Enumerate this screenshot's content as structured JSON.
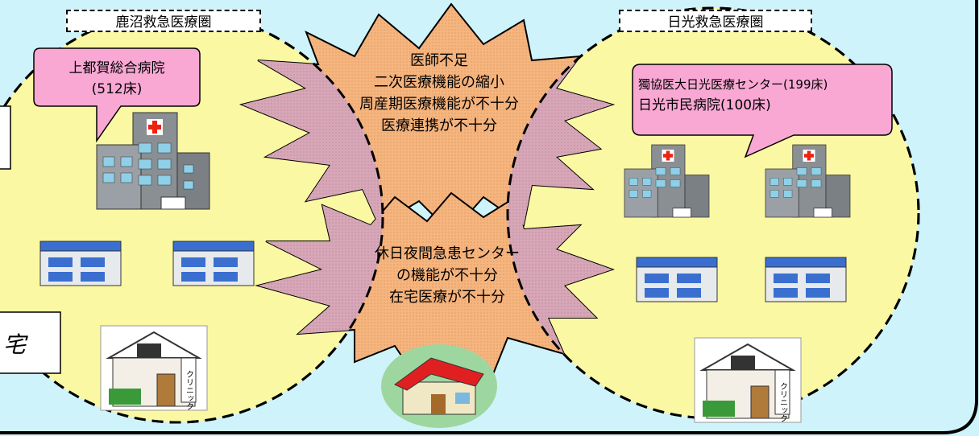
{
  "regions": {
    "left": {
      "label": "鹿沼救急医療圏"
    },
    "right": {
      "label": "日光救急医療圏"
    }
  },
  "callouts": {
    "left": {
      "line1": "上都賀総合病院",
      "line2": "(512床)"
    },
    "right": {
      "line1": "獨協医大日光医療センター(199床)",
      "line2": "日光市民病院(100床)"
    }
  },
  "issues_top": {
    "line1": "医師不足",
    "line2": "二次医療機能の縮小",
    "line3": "周産期医療機能が不十分",
    "line4": "医療連携が不十分"
  },
  "issues_bottom": {
    "line1": "休日夜間急患センター",
    "line2": "の機能が不十分",
    "line3": "在宅医療が不十分"
  },
  "left_box_text": "宅",
  "clinic_sign": "クリニック",
  "colors": {
    "background": "#cff3fb",
    "region_fill": "#fbf8a3",
    "callout_fill": "#f9a8d4",
    "burst_fill": "#f5b57e",
    "overlap_fill": "#e6b3c3"
  }
}
